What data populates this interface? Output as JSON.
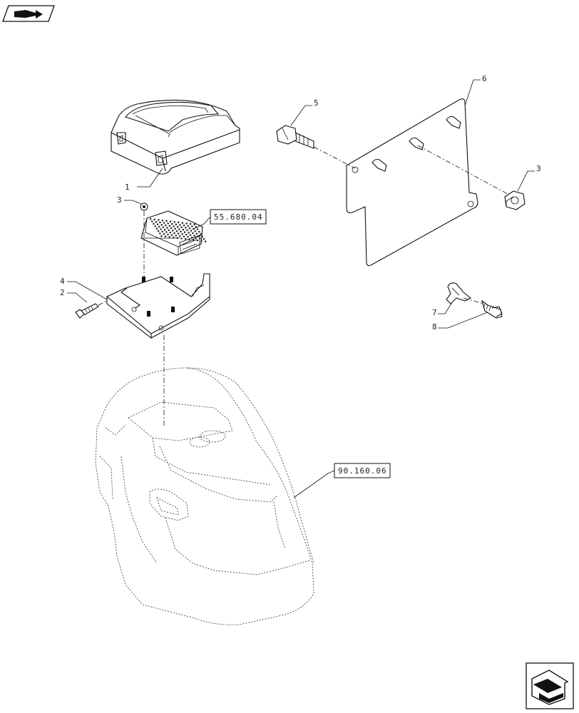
{
  "callouts": {
    "c1": "1",
    "c2": "2",
    "c3a": "3",
    "c3b": "3",
    "c4": "4",
    "c5": "5",
    "c6": "6",
    "c7": "7",
    "c8": "8"
  },
  "references": {
    "ecu": "55.680.04",
    "hood": "90.160.06"
  },
  "icons": {
    "top_left": "view-direction-icon",
    "bottom_right": "next-page-icon"
  }
}
